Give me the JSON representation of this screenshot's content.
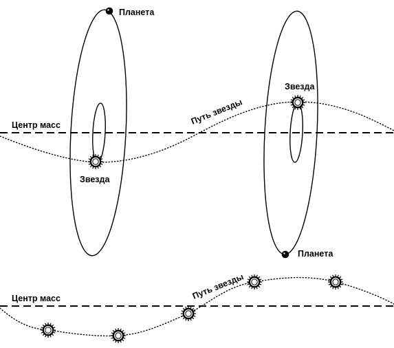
{
  "labels": {
    "planet_top": "Планета",
    "planet_bottom": "Планета",
    "star_left": "Звезда",
    "star_right": "Звезда",
    "center_of_mass_top": "Центр масс",
    "center_of_mass_bottom": "Центр масс",
    "star_path_top": "Путь звезды",
    "star_path_bottom": "Путь звезды"
  },
  "icons": {
    "star": "star-icon",
    "planet": "planet-icon"
  },
  "colors": {
    "ink": "#000000",
    "background": "#ffffff"
  }
}
